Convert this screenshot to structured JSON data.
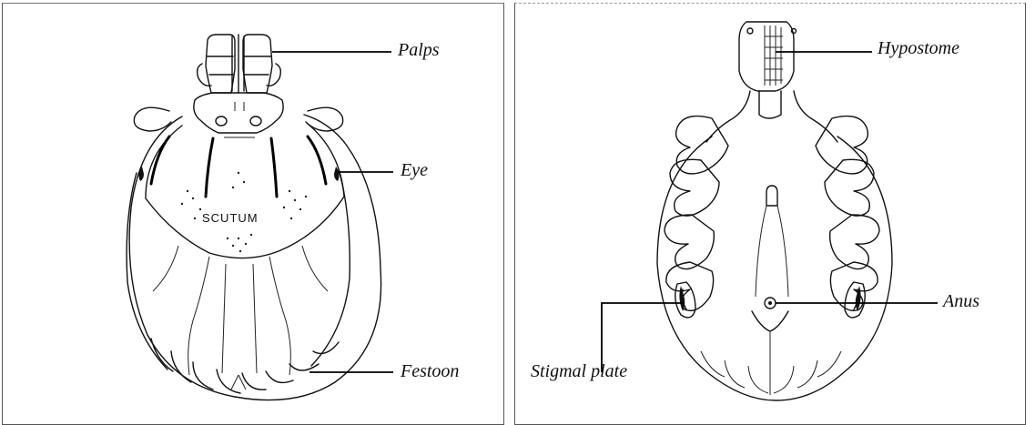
{
  "left_figure": {
    "labels": {
      "palps": "Palps",
      "eye": "Eye",
      "festoon": "Festoon",
      "scutum": "SCUTUM"
    }
  },
  "right_figure": {
    "labels": {
      "hypostome": "Hypostome",
      "anus": "Anus",
      "stigmal_plate": "Stigmal plate"
    }
  }
}
